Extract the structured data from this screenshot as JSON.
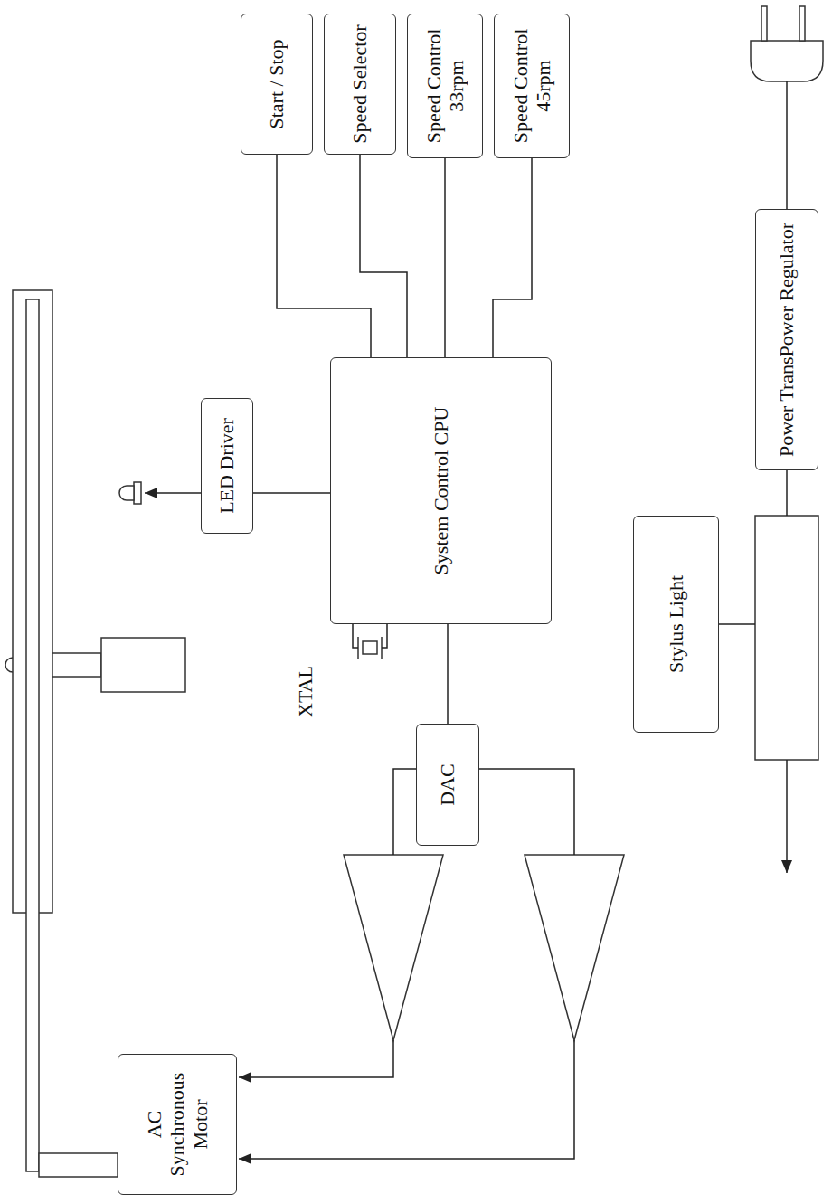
{
  "diagram": {
    "nodes": [
      {
        "text": [
          "Start / Stop"
        ]
      },
      {
        "text": [
          "Speed Selector"
        ]
      },
      {
        "text": [
          "Speed Control 33rpm"
        ]
      },
      {
        "text": [
          "Speed Control 45rpm"
        ]
      },
      {
        "text": [
          "LED Driver"
        ]
      },
      {
        "text": [
          "System Control CPU"
        ]
      },
      {
        "text": [
          "DAC"
        ]
      },
      {
        "text": [
          "AC Synchronous Motor"
        ]
      },
      {
        "text": [
          "Power TransPower Regulator"
        ]
      },
      {
        "text": [
          "Stylus Light"
        ]
      }
    ],
    "edges": [
      {
        "from": 0,
        "to": 5,
        "arrow": "none"
      },
      {
        "from": 1,
        "to": 5,
        "arrow": "none"
      },
      {
        "from": 2,
        "to": 5,
        "arrow": "none"
      },
      {
        "from": 3,
        "to": 5,
        "arrow": "none"
      },
      {
        "from": 5,
        "to": 4,
        "arrow": "none"
      },
      {
        "from": 5,
        "to": 6,
        "arrow": "none"
      }
    ],
    "labels": [
      "XTAL"
    ]
  }
}
